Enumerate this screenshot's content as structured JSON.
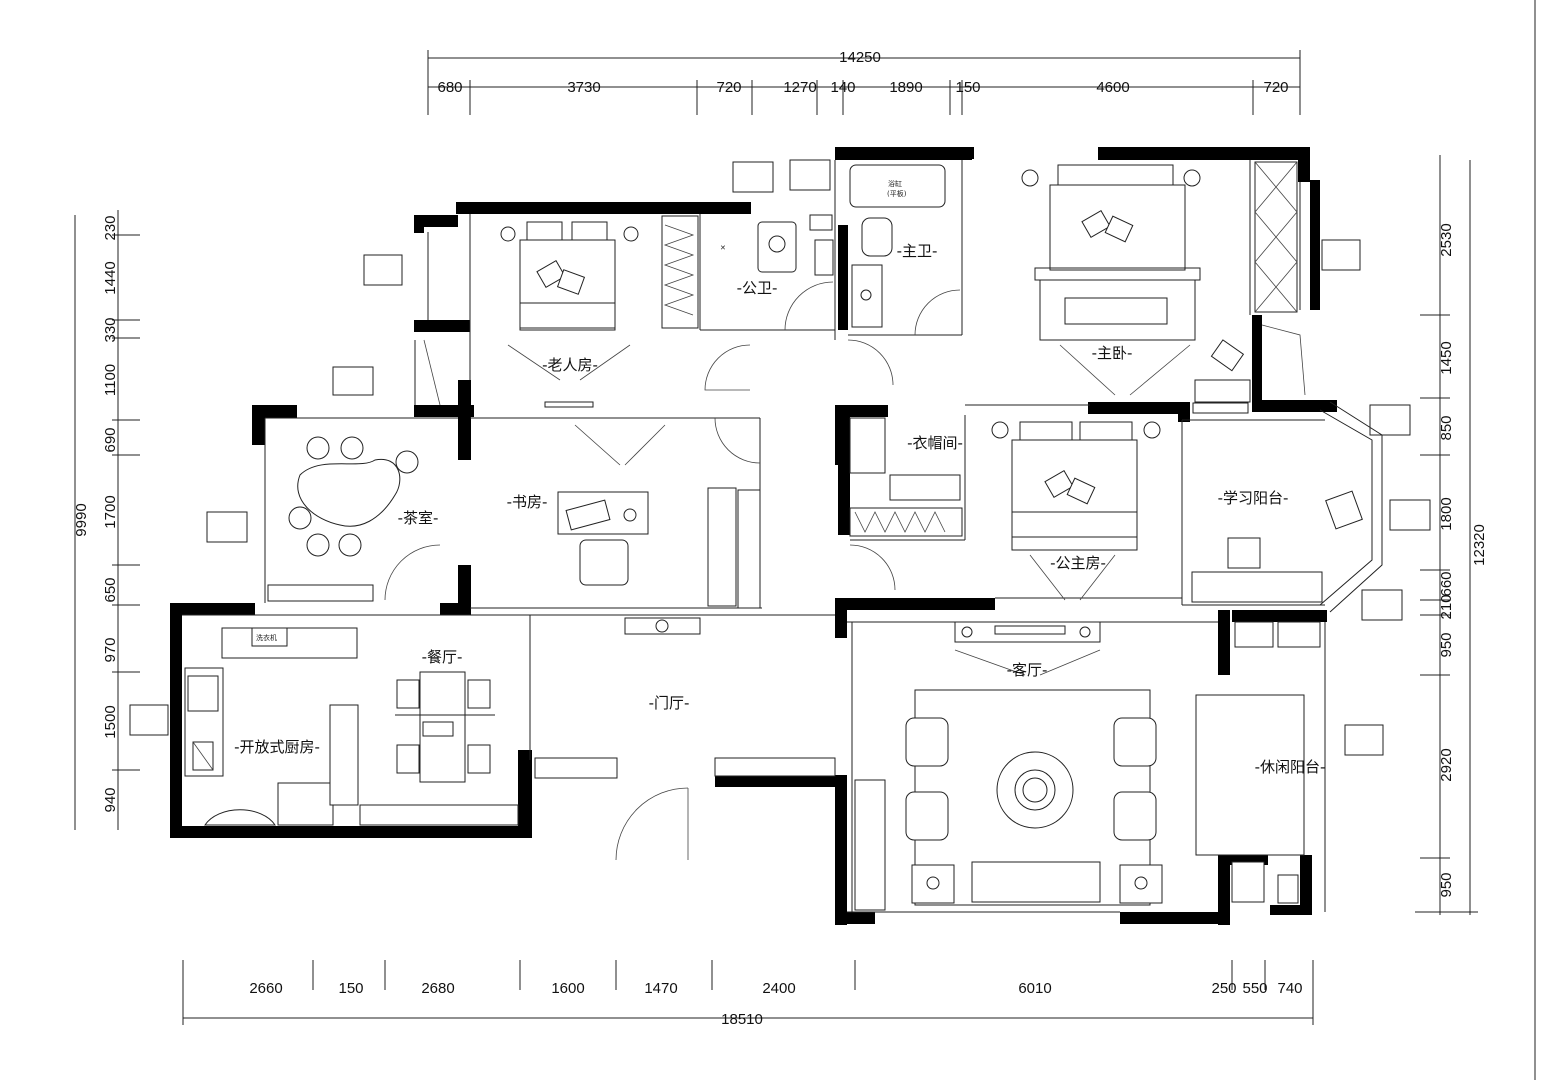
{
  "colors": {
    "wall": "#000000",
    "line": "#222222",
    "background": "#ffffff"
  },
  "dimensions": {
    "top_total": "14250",
    "top": [
      "680",
      "3730",
      "720",
      "1270",
      "140",
      "1890",
      "150",
      "4600",
      "720"
    ],
    "bottom_total": "18510",
    "bottom": [
      "2660",
      "150",
      "2680",
      "1600",
      "1470",
      "2400",
      "6010",
      "250",
      "550",
      "740"
    ],
    "left_total": "9990",
    "left": [
      "230",
      "1440",
      "330",
      "1100",
      "690",
      "1700",
      "650",
      "970",
      "1500",
      "940"
    ],
    "right_total": "12320",
    "right": [
      "2530",
      "1450",
      "850",
      "1800",
      "660",
      "210",
      "950",
      "2920",
      "950"
    ]
  },
  "rooms": {
    "elder_room": "-老人房-",
    "public_bath": "-公卫-",
    "master_bath": "-主卫-",
    "master_bedroom": "-主卧-",
    "tea_room": "-茶室-",
    "study": "-书房-",
    "cloakroom": "-衣帽间-",
    "guest_bedroom": "-公主房-",
    "study_balcony": "-学习阳台-",
    "dining": "-餐厅-",
    "foyer": "-门厅-",
    "living": "-客厅-",
    "kitchen": "-开放式厨房-",
    "leisure_balcony": "-休闲阳台-"
  },
  "fixtures": {
    "bathtub": "浴缸",
    "bathtub_note": "(平板)",
    "washer": "洗衣机"
  }
}
